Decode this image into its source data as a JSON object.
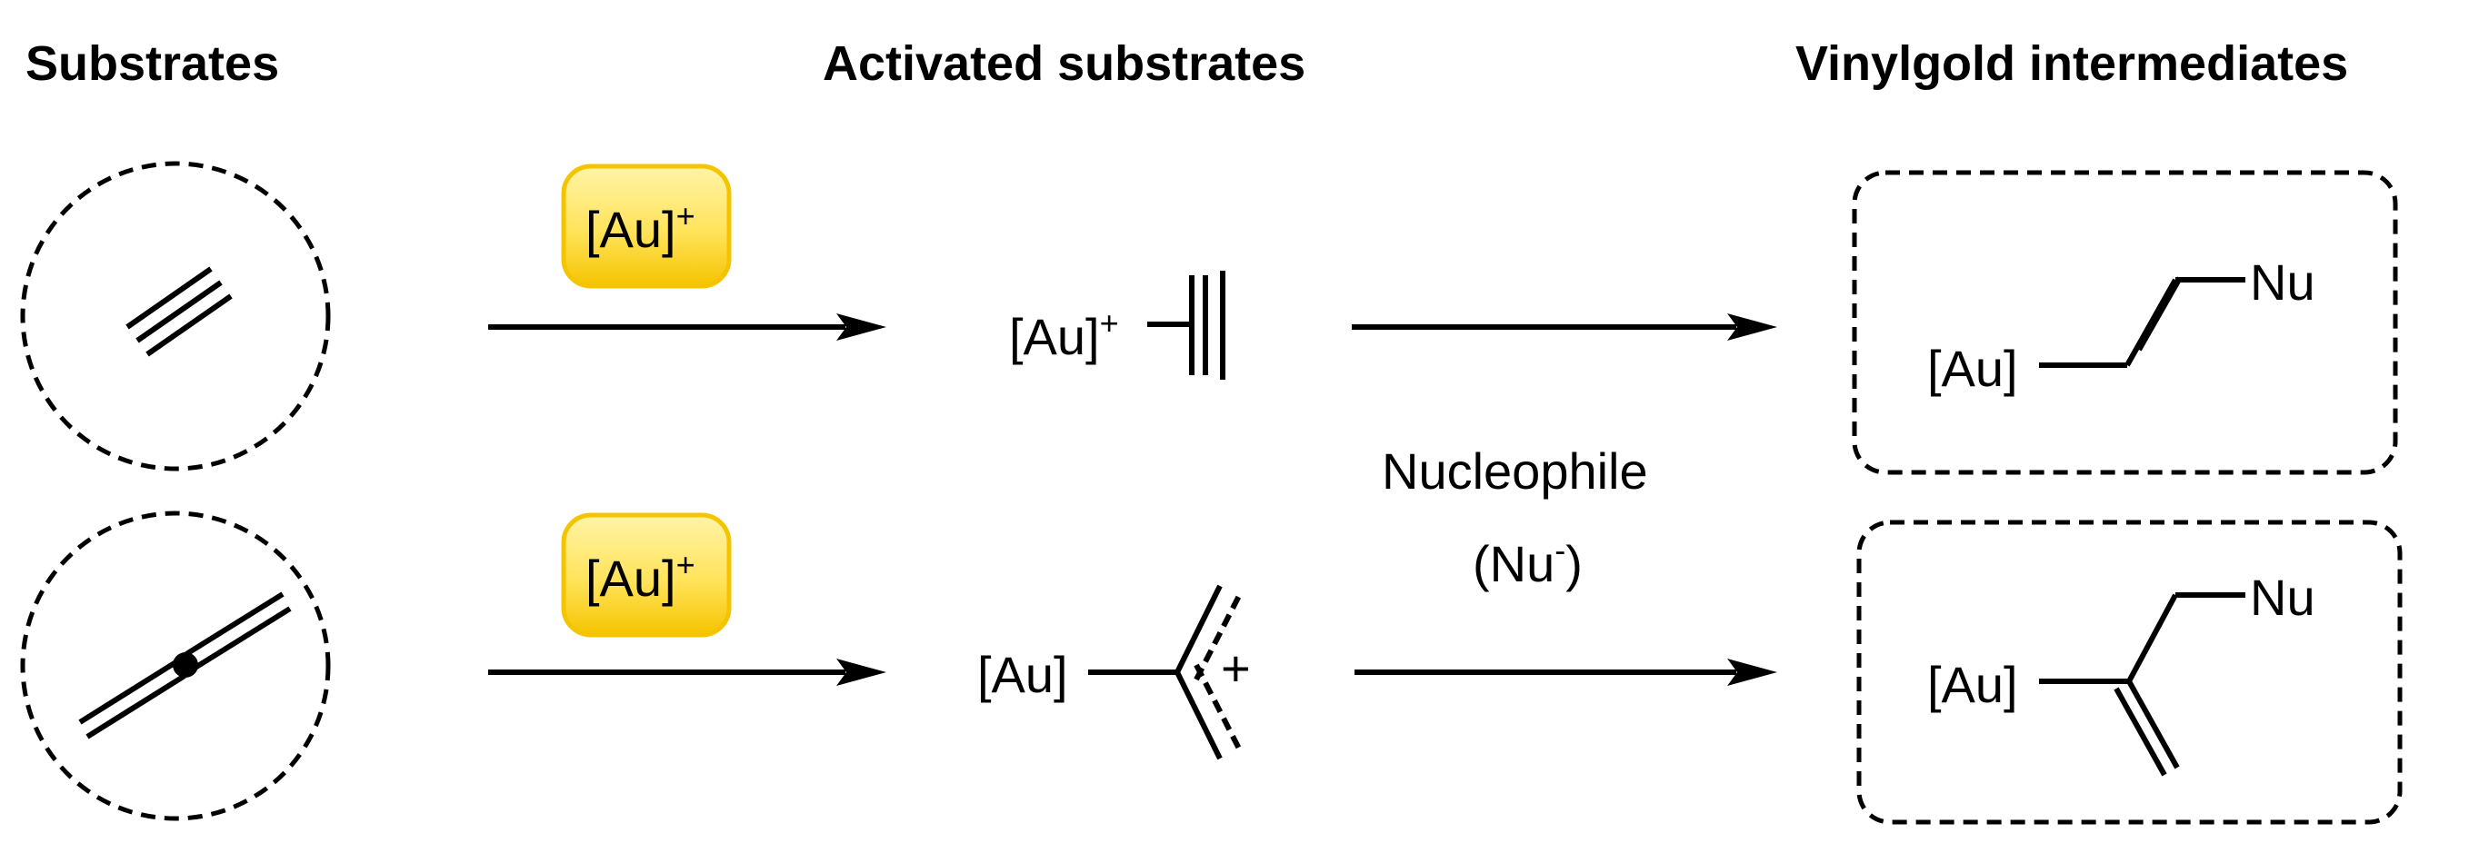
{
  "headings": {
    "substrates": "Substrates",
    "activated": "Activated substrates",
    "vinylgold": "Vinylgold intermediates"
  },
  "catalyst": {
    "text": "[Au]",
    "charge": "+",
    "badge_color": "#f5c400",
    "badge_fill": "#ffe680"
  },
  "gold_label": "[Au]",
  "plus_charge": "+",
  "nucleophile": {
    "name": "Nucleophile",
    "abbr_open": "(Nu",
    "abbr_charge": "-",
    "abbr_close": ")"
  },
  "nu_label": "Nu"
}
